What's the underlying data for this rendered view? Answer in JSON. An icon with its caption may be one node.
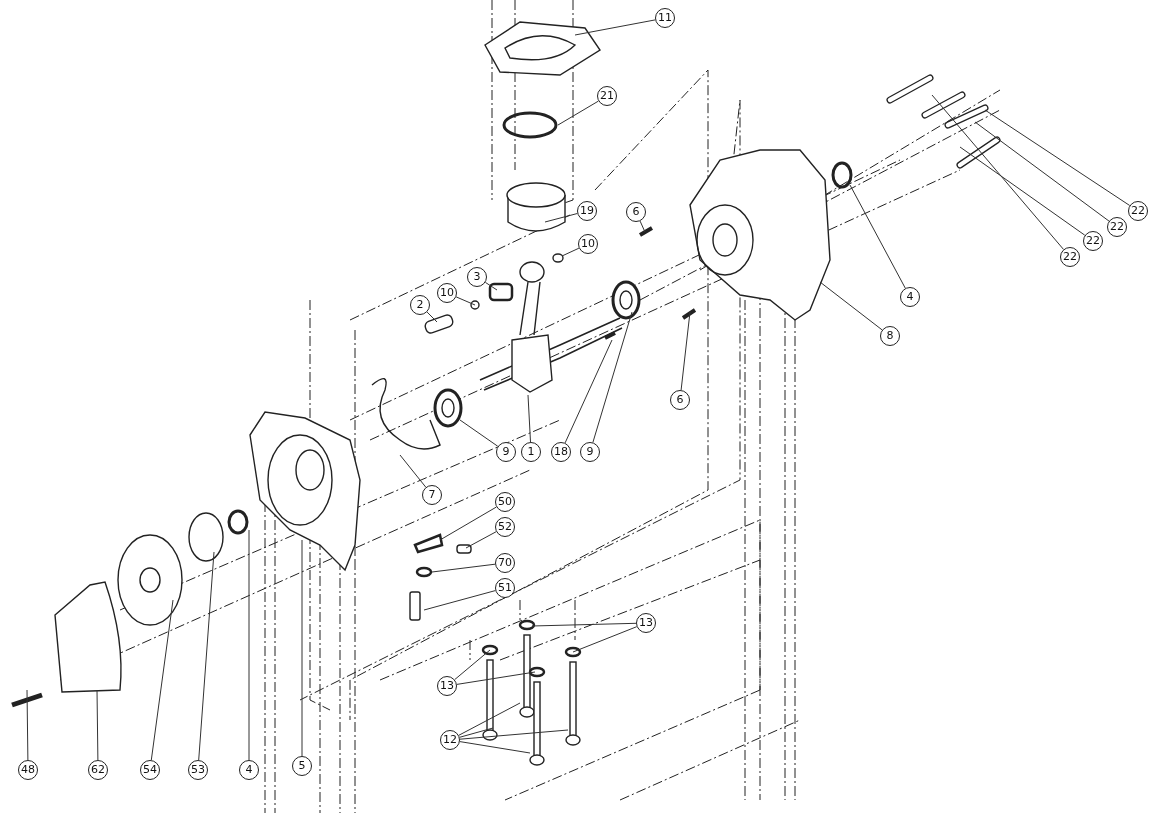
{
  "diagram": {
    "nodes": [
      {
        "text": [
          "11"
        ]
      },
      {
        "text": [
          "21"
        ]
      },
      {
        "text": [
          "19"
        ]
      },
      {
        "text": [
          "10"
        ]
      },
      {
        "text": [
          "6"
        ]
      },
      {
        "text": [
          "3"
        ]
      },
      {
        "text": [
          "10"
        ]
      },
      {
        "text": [
          "2"
        ]
      },
      {
        "text": [
          "4"
        ]
      },
      {
        "text": [
          "8"
        ]
      },
      {
        "text": [
          "22"
        ]
      },
      {
        "text": [
          "22"
        ]
      },
      {
        "text": [
          "22"
        ]
      },
      {
        "text": [
          "22"
        ]
      },
      {
        "text": [
          "9"
        ]
      },
      {
        "text": [
          "1"
        ]
      },
      {
        "text": [
          "18"
        ]
      },
      {
        "text": [
          "9"
        ]
      },
      {
        "text": [
          "6"
        ]
      },
      {
        "text": [
          "7"
        ]
      },
      {
        "text": [
          "50"
        ]
      },
      {
        "text": [
          "52"
        ]
      },
      {
        "text": [
          "70"
        ]
      },
      {
        "text": [
          "51"
        ]
      },
      {
        "text": [
          "13"
        ]
      },
      {
        "text": [
          "13"
        ]
      },
      {
        "text": [
          "12"
        ]
      },
      {
        "text": [
          "48"
        ]
      },
      {
        "text": [
          "62"
        ]
      },
      {
        "text": [
          "54"
        ]
      },
      {
        "text": [
          "53"
        ]
      },
      {
        "text": [
          "4"
        ]
      },
      {
        "text": [
          "5"
        ]
      }
    ],
    "edges": [
      {
        "from": 0,
        "to": null,
        "arrow": "none"
      },
      {
        "from": 1,
        "to": null,
        "arrow": "none"
      },
      {
        "from": 2,
        "to": null,
        "arrow": "none"
      },
      {
        "from": 3,
        "to": null,
        "arrow": "none"
      },
      {
        "from": 4,
        "to": null,
        "arrow": "none"
      },
      {
        "from": 5,
        "to": null,
        "arrow": "none"
      },
      {
        "from": 6,
        "to": null,
        "arrow": "none"
      },
      {
        "from": 7,
        "to": null,
        "arrow": "none"
      },
      {
        "from": 8,
        "to": null,
        "arrow": "none"
      },
      {
        "from": 9,
        "to": null,
        "arrow": "none"
      },
      {
        "from": 10,
        "to": null,
        "arrow": "none"
      },
      {
        "from": 11,
        "to": null,
        "arrow": "none"
      },
      {
        "from": 12,
        "to": null,
        "arrow": "none"
      },
      {
        "from": 13,
        "to": null,
        "arrow": "none"
      },
      {
        "from": 14,
        "to": null,
        "arrow": "none"
      },
      {
        "from": 15,
        "to": null,
        "arrow": "none"
      },
      {
        "from": 16,
        "to": null,
        "arrow": "none"
      },
      {
        "from": 17,
        "to": null,
        "arrow": "none"
      },
      {
        "from": 18,
        "to": null,
        "arrow": "none"
      },
      {
        "from": 19,
        "to": null,
        "arrow": "none"
      },
      {
        "from": 20,
        "to": null,
        "arrow": "none"
      },
      {
        "from": 21,
        "to": null,
        "arrow": "none"
      },
      {
        "from": 22,
        "to": null,
        "arrow": "none"
      },
      {
        "from": 23,
        "to": null,
        "arrow": "none"
      },
      {
        "from": 24,
        "to": null,
        "arrow": "none"
      },
      {
        "from": 24,
        "to": null,
        "arrow": "none"
      },
      {
        "from": 25,
        "to": null,
        "arrow": "none"
      },
      {
        "from": 25,
        "to": null,
        "arrow": "none"
      },
      {
        "from": 26,
        "to": null,
        "arrow": "none"
      },
      {
        "from": 26,
        "to": null,
        "arrow": "none"
      },
      {
        "from": 26,
        "to": null,
        "arrow": "none"
      },
      {
        "from": 26,
        "to": null,
        "arrow": "none"
      },
      {
        "from": 27,
        "to": null,
        "arrow": "none"
      },
      {
        "from": 28,
        "to": null,
        "arrow": "none"
      },
      {
        "from": 29,
        "to": null,
        "arrow": "none"
      },
      {
        "from": 30,
        "to": null,
        "arrow": "none"
      },
      {
        "from": 31,
        "to": null,
        "arrow": "none"
      },
      {
        "from": 32,
        "to": null,
        "arrow": "none"
      }
    ]
  }
}
